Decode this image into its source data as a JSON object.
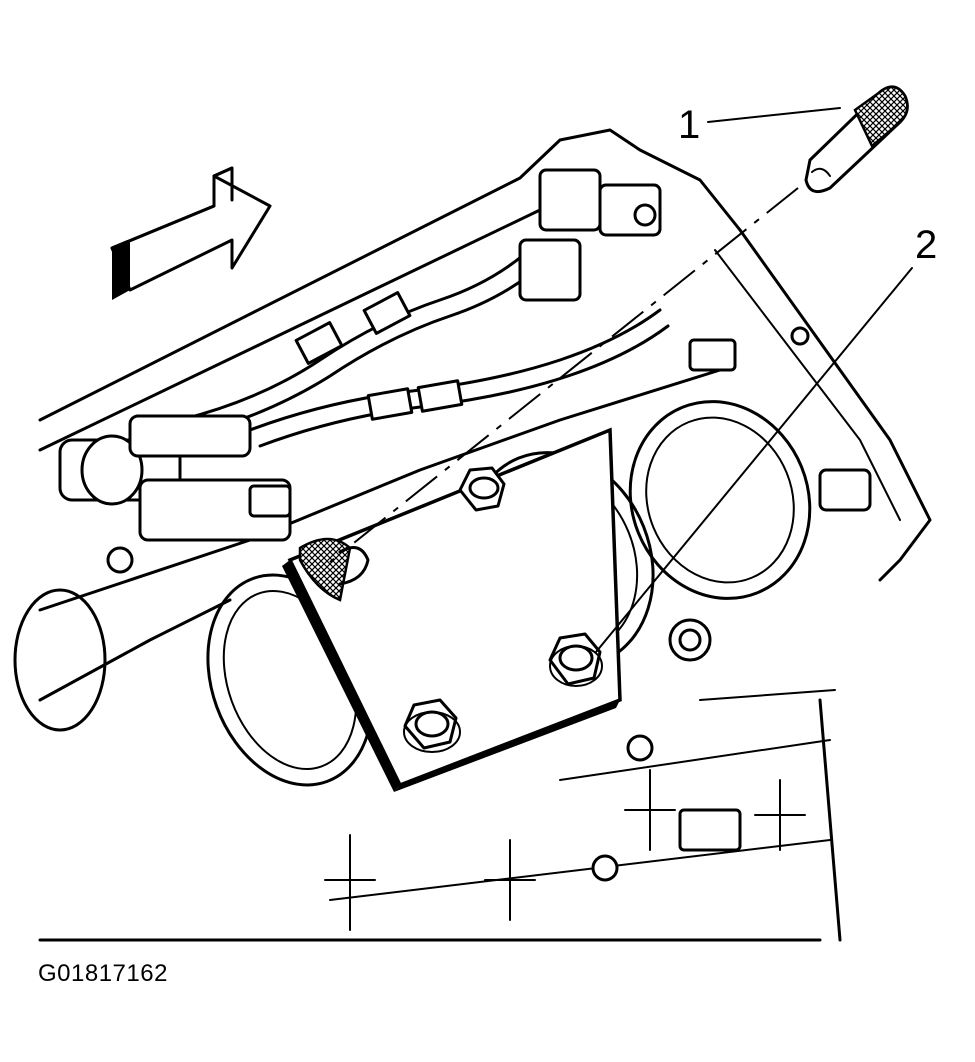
{
  "callouts": [
    {
      "number": "1",
      "part": "guide pin"
    },
    {
      "number": "2",
      "part": "bolt"
    }
  ],
  "figure_id": "G01817162",
  "icons": {
    "direction_arrow": "direction-arrow-icon"
  },
  "colors": {
    "ink": "#000000",
    "paper": "#ffffff"
  }
}
